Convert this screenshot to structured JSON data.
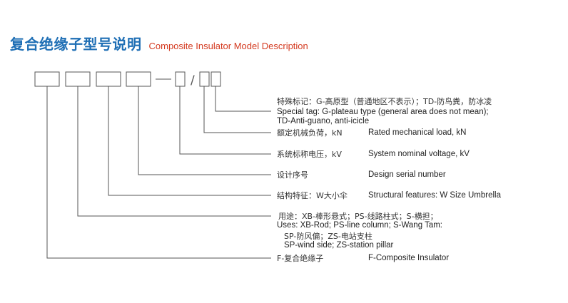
{
  "title": {
    "cn": "复合绝缘子型号说明",
    "en": "Composite Insulator Model Description"
  },
  "code": {
    "separator": "/",
    "dash": "—"
  },
  "items": [
    {
      "cn": "特殊标记：G-高原型（普通地区不表示）；TD-防鸟粪，防冰凌",
      "en_lines": [
        "Special tag: G-plateau type (general area does not mean);",
        "TD-Anti-guano, anti-icicle"
      ]
    },
    {
      "cn": "额定机械负荷，kN",
      "en": "Rated mechanical load, kN"
    },
    {
      "cn": "系统标称电压，kV",
      "en": "System nominal voltage, kV"
    },
    {
      "cn": "设计序号",
      "en": "Design serial number"
    },
    {
      "cn": "结构特征：W大小伞",
      "en": "Structural features: W Size Umbrella"
    },
    {
      "cn": "用途：XB-棒形悬式；PS-线路柱式；S-横担；",
      "en": "Uses: XB-Rod; PS-line column; S-Wang Tam:",
      "cn2": "SP-防风偏；ZS-电站支柱",
      "en2": "SP-wind side; ZS-station pillar"
    },
    {
      "cn": "F-复合绝缘子",
      "en": "F-Composite Insulator"
    }
  ],
  "colors": {
    "title_blue": "#1f6fb5",
    "title_red": "#d43a20",
    "line": "#555555"
  }
}
